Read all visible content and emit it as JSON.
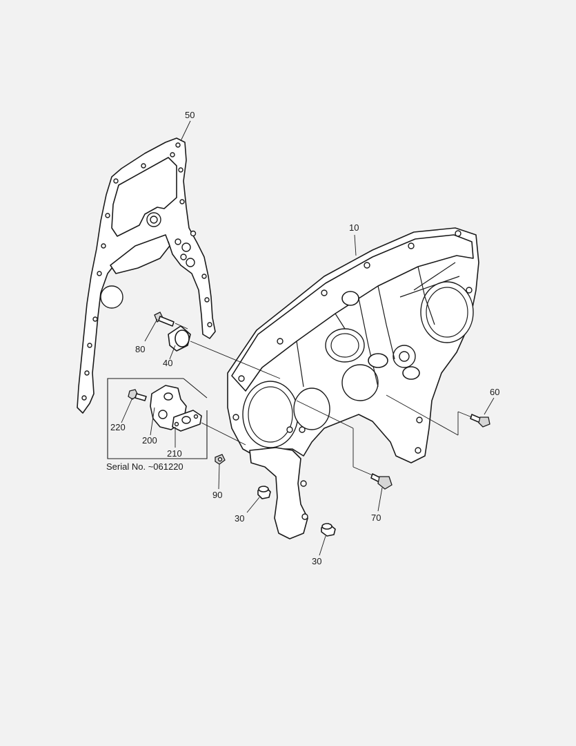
{
  "diagram": {
    "callouts": {
      "c10": "10",
      "c50": "50",
      "c60": "60",
      "c80": "80",
      "c40": "40",
      "c220": "220",
      "c200": "200",
      "c210": "210",
      "c90": "90",
      "c70": "70",
      "c30a": "30",
      "c30b": "30"
    },
    "serial_note": "Serial No. ~061220"
  }
}
